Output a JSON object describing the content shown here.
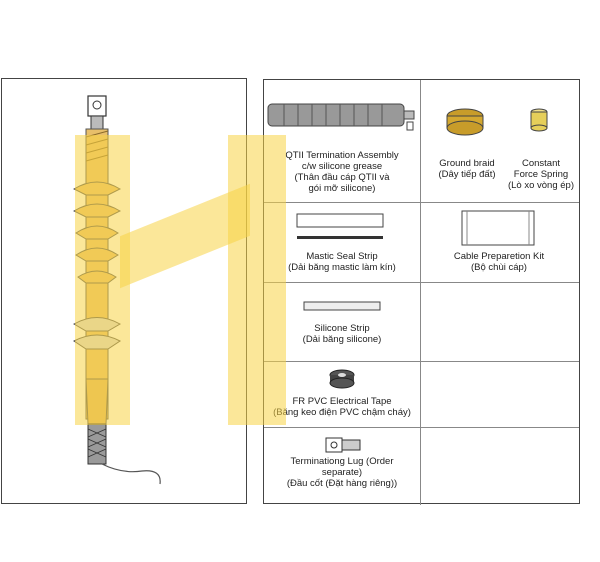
{
  "items": {
    "termination": {
      "name": "QTII Termination Assembly",
      "name_line2": "c/w silicone grease",
      "vi_line1": "(Thân đầu cáp QTII và",
      "vi_line2": "gói mỡ silicone)"
    },
    "ground_braid": {
      "name": "Ground braid",
      "vi": "(Dây tiếp đất)"
    },
    "spring": {
      "name_line1": "Constant",
      "name_line2": "Force Spring",
      "vi": "(Lò xo vòng ép)"
    },
    "mastic": {
      "name": "Mastic Seal Strip",
      "vi": "(Dải băng mastic làm kín)"
    },
    "kit": {
      "name": "Cable Preparetion Kit",
      "vi": "(Bộ chùi cáp)"
    },
    "silicone_strip": {
      "name": "Silicone Strip",
      "vi": "(Dải băng silicone)"
    },
    "tape": {
      "name": "FR PVC Electrical Tape",
      "vi": "(Băng keo điện PVC chậm cháy)"
    },
    "lug": {
      "name_line1": "Terminationg Lug (Order",
      "name_line2": "separate)",
      "vi": "(Đầu cốt (Đặt hàng riêng))"
    }
  },
  "colors": {
    "watermark": "#f8d446",
    "termination_body": "#e8bf6a",
    "outline": "#444444"
  }
}
